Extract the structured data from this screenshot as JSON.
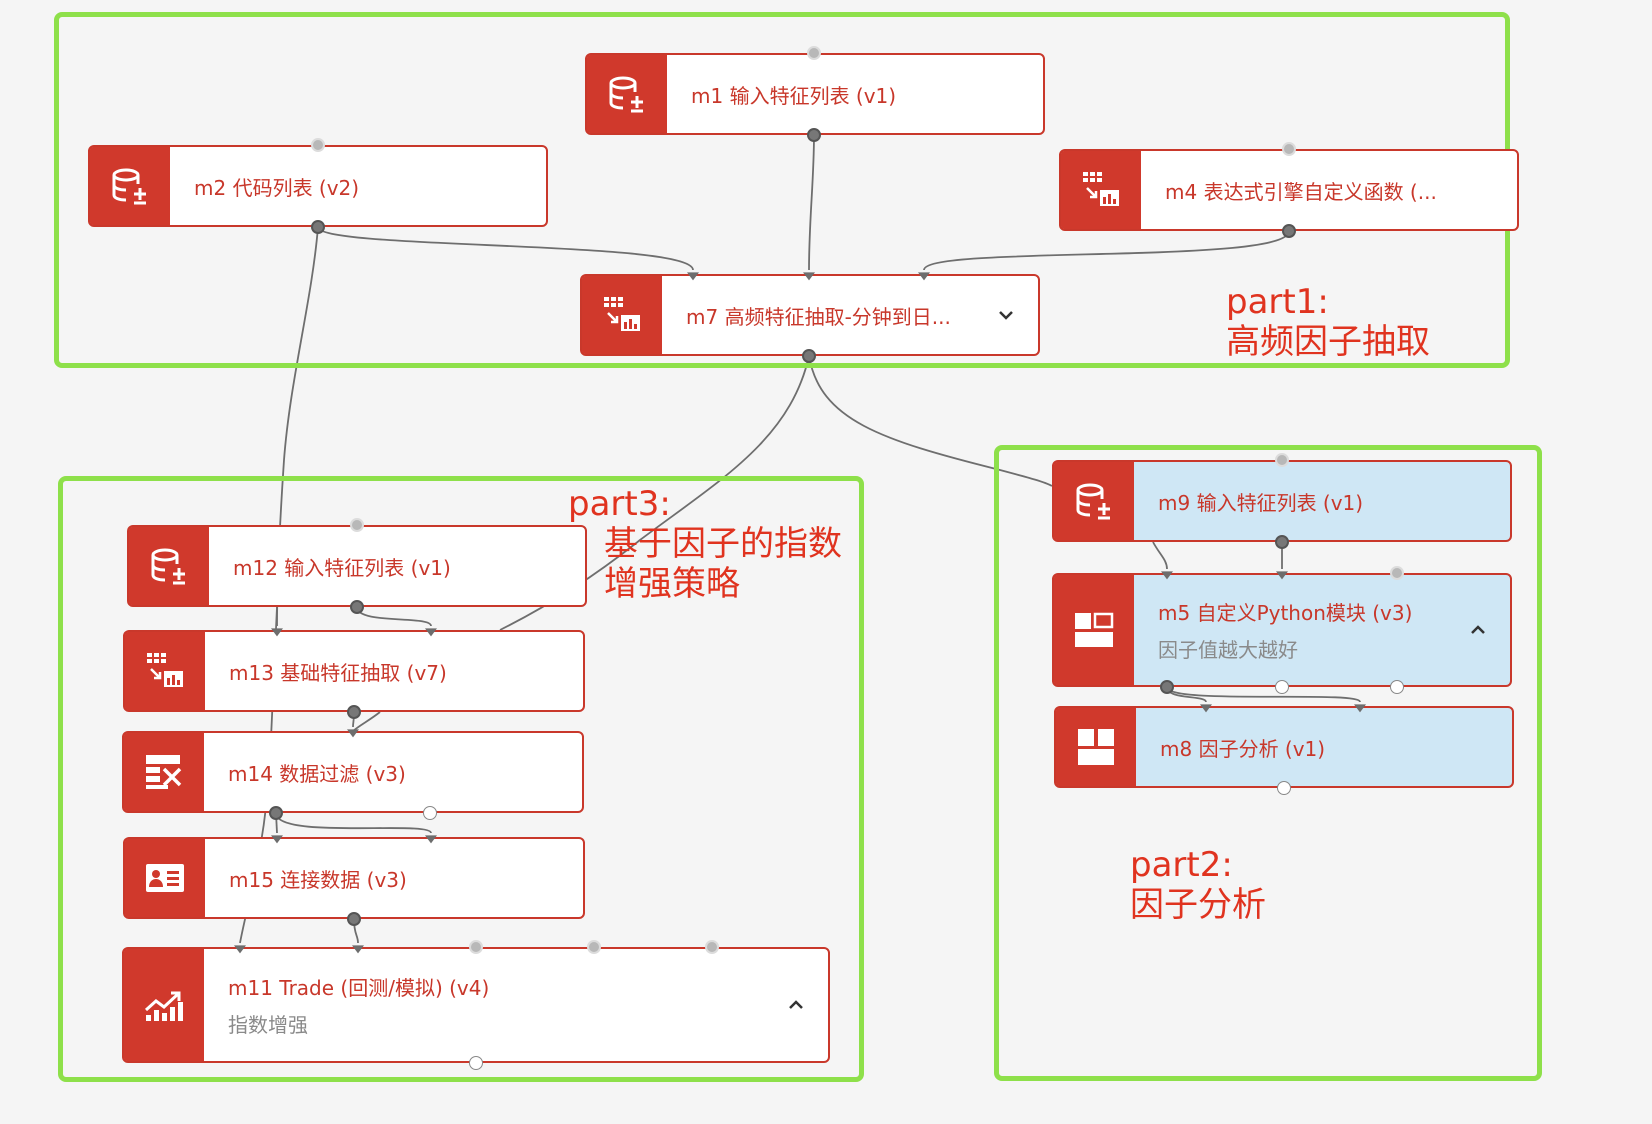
{
  "groups": [
    {
      "id": "g1",
      "label_line1": "part1:",
      "label_line2": "高频因子抽取"
    },
    {
      "id": "g2",
      "label_line1": "part2:",
      "label_line2": "因子分析"
    },
    {
      "id": "g3",
      "label_line1": "part3:",
      "label_line2": "基于因子的指数",
      "label_line3": "增强策略"
    }
  ],
  "nodes": {
    "m1": {
      "title": "m1 输入特征列表 (v1)",
      "icon": "database-add-icon"
    },
    "m2": {
      "title": "m2 代码列表 (v2)",
      "icon": "database-add-icon"
    },
    "m4": {
      "title": "m4 表达式引擎自定义函数 (...",
      "icon": "grid-chart-icon"
    },
    "m7": {
      "title": "m7 高频特征抽取-分钟到日...",
      "icon": "grid-chart-icon",
      "toggle": "chevron-down-icon"
    },
    "m9": {
      "title": "m9 输入特征列表 (v1)",
      "icon": "database-add-icon"
    },
    "m5": {
      "title": "m5 自定义Python模块 (v3)",
      "subtitle": "因子值越大越好",
      "icon": "layout-blocks-icon",
      "toggle": "chevron-up-icon"
    },
    "m8": {
      "title": "m8 因子分析 (v1)",
      "icon": "layout-quad-icon"
    },
    "m12": {
      "title": "m12 输入特征列表 (v1)",
      "icon": "database-add-icon"
    },
    "m13": {
      "title": "m13 基础特征抽取 (v7)",
      "icon": "grid-chart-icon"
    },
    "m14": {
      "title": "m14 数据过滤 (v3)",
      "icon": "table-tools-icon"
    },
    "m15": {
      "title": "m15 连接数据 (v3)",
      "icon": "id-card-icon"
    },
    "m11": {
      "title": "m11 Trade (回测/模拟) (v4)",
      "subtitle": "指数增强",
      "icon": "trend-chart-icon",
      "toggle": "chevron-up-icon"
    }
  },
  "colors": {
    "node_red": "#d0392c",
    "group_green": "#8ee04a",
    "note_red": "#e0331f",
    "selected_blue": "#cfe7f5"
  }
}
